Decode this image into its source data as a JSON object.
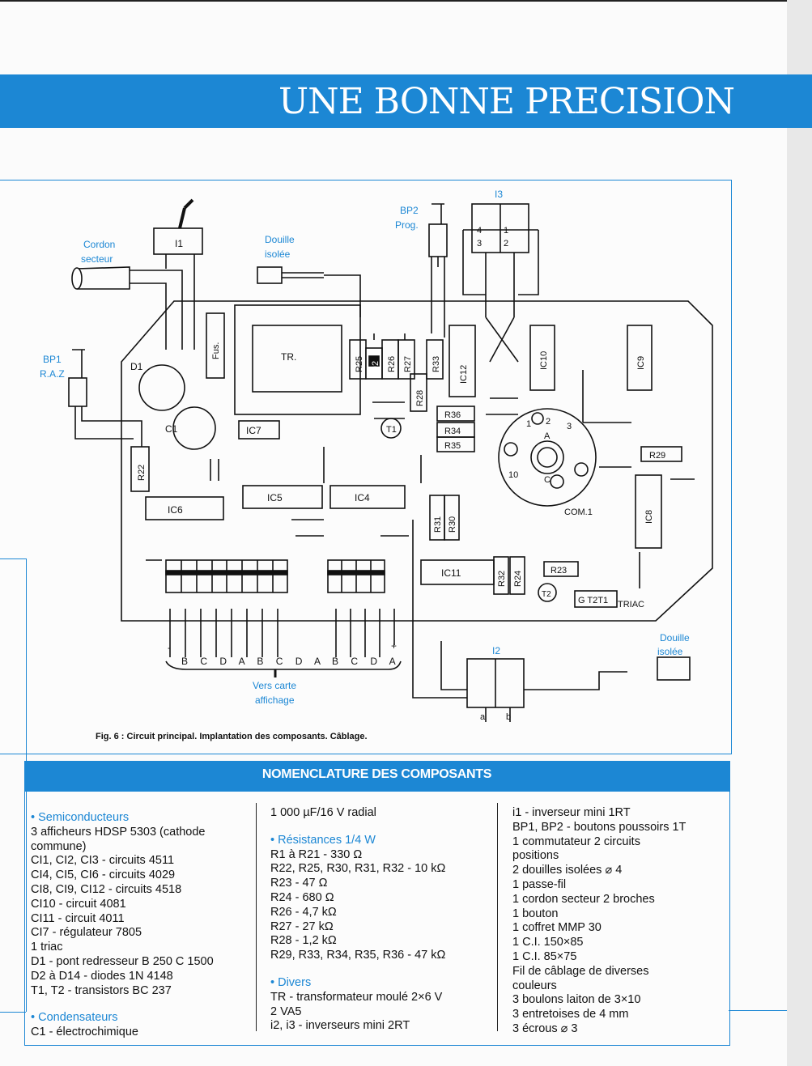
{
  "page": {
    "title": "UNE BONNE PRECISION",
    "figure_caption": "Fig. 6 : Circuit principal. Implantation des composants. Câblage."
  },
  "labels": {
    "cordon": "Cordon",
    "secteur": "secteur",
    "i1": "I1",
    "douille1": "Douille",
    "isolee1": "isolée",
    "bp2": "BP2",
    "prog": "Prog.",
    "i3": "I3",
    "bp1": "BP1",
    "raz": "R.A.Z",
    "d1": "D1",
    "c1": "C1",
    "fus": "Fus.",
    "tr": "TR.",
    "ic7": "IC7",
    "r25": "R25",
    "d2": "D2",
    "r26": "R26",
    "r27": "R27",
    "r28": "R28",
    "r33": "R33",
    "ic12": "IC12",
    "ic10": "IC10",
    "ic9": "IC9",
    "t1": "T1",
    "r36": "R36",
    "r34": "R34",
    "r35": "R35",
    "r22": "R22",
    "ic6": "IC6",
    "ic5": "IC5",
    "ic4": "IC4",
    "r31": "R31",
    "r30": "R30",
    "r29": "R29",
    "ic8": "IC8",
    "com1": "COM.1",
    "ic11": "IC11",
    "r32": "R32",
    "r24": "R24",
    "r23": "R23",
    "t2": "T2",
    "gt2t1": "G T2T1",
    "triac": "TRIAC",
    "douille2": "Douille",
    "isolee2": "isolée",
    "i2": "I2",
    "a_small": "a",
    "b_small": "b",
    "vers_carte": "Vers carte",
    "affichage": "affichage",
    "bus_left": "B C D A B C D A",
    "bus_right": "B C D A",
    "minus": "-",
    "plus": "+",
    "sw_1": "1",
    "sw_2": "2",
    "sw_3": "3",
    "sw_10": "10",
    "sw_a": "A",
    "sw_c": "C",
    "i3_4": "4",
    "i3_1": "1",
    "i3_3": "3",
    "i3_2": "2"
  },
  "nomenclature": {
    "title": "NOMENCLATURE DES COMPOSANTS",
    "col1": [
      {
        "head": "• Semiconducteurs"
      },
      {
        "text": "3 afficheurs HDSP 5303 (cathode"
      },
      {
        "text": "commune)"
      },
      {
        "text": "CI1, CI2, CI3 - circuits 4511"
      },
      {
        "text": "CI4, CI5, CI6 - circuits 4029"
      },
      {
        "text": "CI8, CI9, CI12 - circuits 4518"
      },
      {
        "text": "CI10 - circuit 4081"
      },
      {
        "text": "CI11 - circuit 4011"
      },
      {
        "text": "CI7 - régulateur 7805"
      },
      {
        "text": "1 triac"
      },
      {
        "text": "D1 - pont redresseur B 250 C 1500"
      },
      {
        "text": "D2 à D14 - diodes 1N 4148"
      },
      {
        "text": "T1, T2 - transistors BC 237"
      },
      {
        "spacer": true
      },
      {
        "head": "• Condensateurs"
      },
      {
        "text": "C1 - électrochimique"
      }
    ],
    "col2": [
      {
        "text": "1 000 µF/16 V radial"
      },
      {
        "spacer": true
      },
      {
        "head": "• Résistances 1/4 W"
      },
      {
        "text": "R1 à R21 - 330 Ω"
      },
      {
        "text": "R22, R25, R30, R31, R32 - 10 kΩ"
      },
      {
        "text": "R23 - 47 Ω"
      },
      {
        "text": "R24 - 680 Ω"
      },
      {
        "text": "R26 - 4,7 kΩ"
      },
      {
        "text": "R27 - 27 kΩ"
      },
      {
        "text": "R28 - 1,2 kΩ"
      },
      {
        "text": "R29, R33, R34, R35, R36 - 47 kΩ"
      },
      {
        "spacer": true
      },
      {
        "head": "• Divers"
      },
      {
        "text": "TR - transformateur moulé 2×6 V"
      },
      {
        "text": "2 VA5"
      },
      {
        "text": "i2, i3 - inverseurs mini 2RT"
      }
    ],
    "col3": [
      {
        "text": "i1 - inverseur mini 1RT"
      },
      {
        "text": "BP1, BP2 - boutons poussoirs 1T"
      },
      {
        "text": "1 commutateur 2 circuits"
      },
      {
        "text": "positions"
      },
      {
        "text": "2 douilles isolées ⌀ 4"
      },
      {
        "text": "1 passe-fil"
      },
      {
        "text": "1 cordon secteur 2 broches"
      },
      {
        "text": "1 bouton"
      },
      {
        "text": "1 coffret MMP 30"
      },
      {
        "text": "1 C.I. 150×85"
      },
      {
        "text": "1 C.I. 85×75"
      },
      {
        "text": "Fil de câblage de diverses"
      },
      {
        "text": "couleurs"
      },
      {
        "text": "3 boulons laiton de 3×10"
      },
      {
        "text": "3 entretoises de 4 mm"
      },
      {
        "text": "3 écrous ⌀ 3"
      }
    ]
  }
}
